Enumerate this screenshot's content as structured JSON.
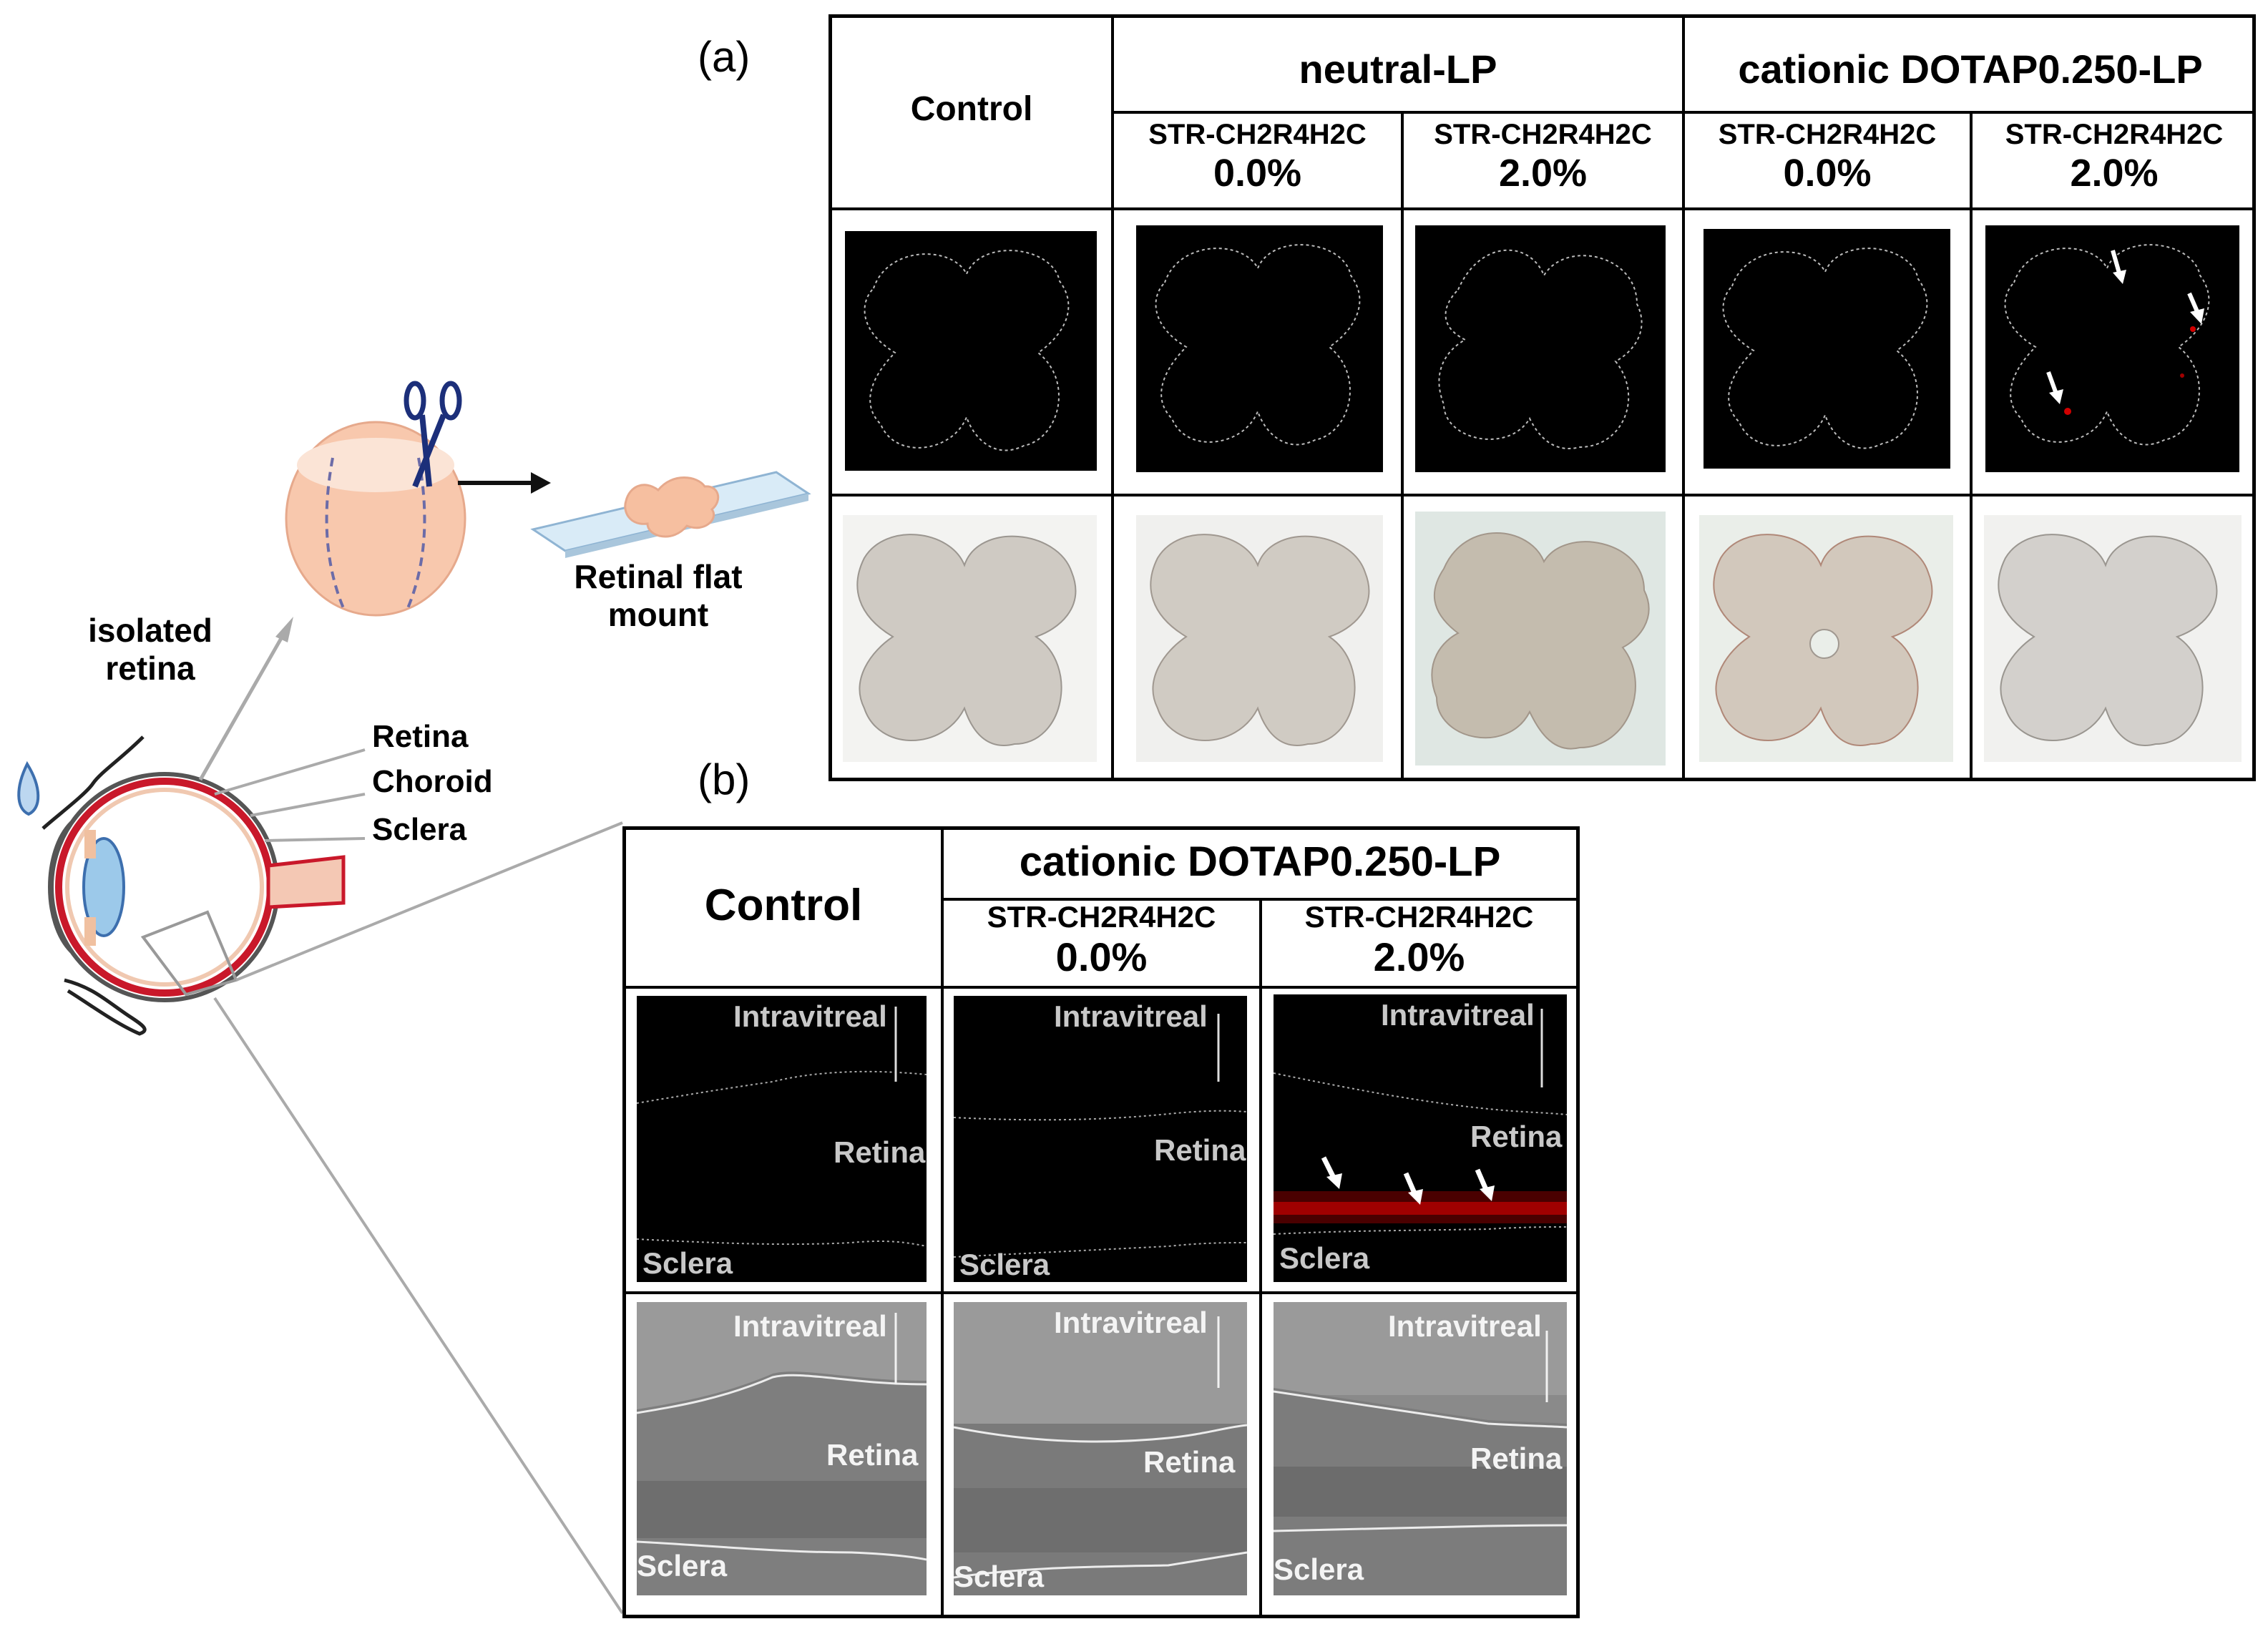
{
  "schematic": {
    "isolated_retina_label": "isolated\nretina",
    "flat_mount_label": "Retinal flat\nmount",
    "layer_labels": [
      "Retina",
      "Choroid",
      "Sclera"
    ]
  },
  "panel_a": {
    "letter": "(a)",
    "header_control": "Control",
    "group1": "neutral-LP",
    "group2": "cationic DOTAP0.250-LP",
    "subcols": [
      {
        "peptide": "STR-CH2R4H2C",
        "percent": "0.0%"
      },
      {
        "peptide": "STR-CH2R4H2C",
        "percent": "2.0%"
      },
      {
        "peptide": "STR-CH2R4H2C",
        "percent": "0.0%"
      },
      {
        "peptide": "STR-CH2R4H2C",
        "percent": "2.0%"
      }
    ]
  },
  "panel_b": {
    "letter": "(b)",
    "header_control": "Control",
    "group": "cationic DOTAP0.250-LP",
    "subcols": [
      {
        "peptide": "STR-CH2R4H2C",
        "percent": "0.0%"
      },
      {
        "peptide": "STR-CH2R4H2C",
        "percent": "2.0%"
      }
    ],
    "section_labels": {
      "top": "Intravitreal",
      "middle": "Retina",
      "bottom": "Sclera"
    }
  }
}
